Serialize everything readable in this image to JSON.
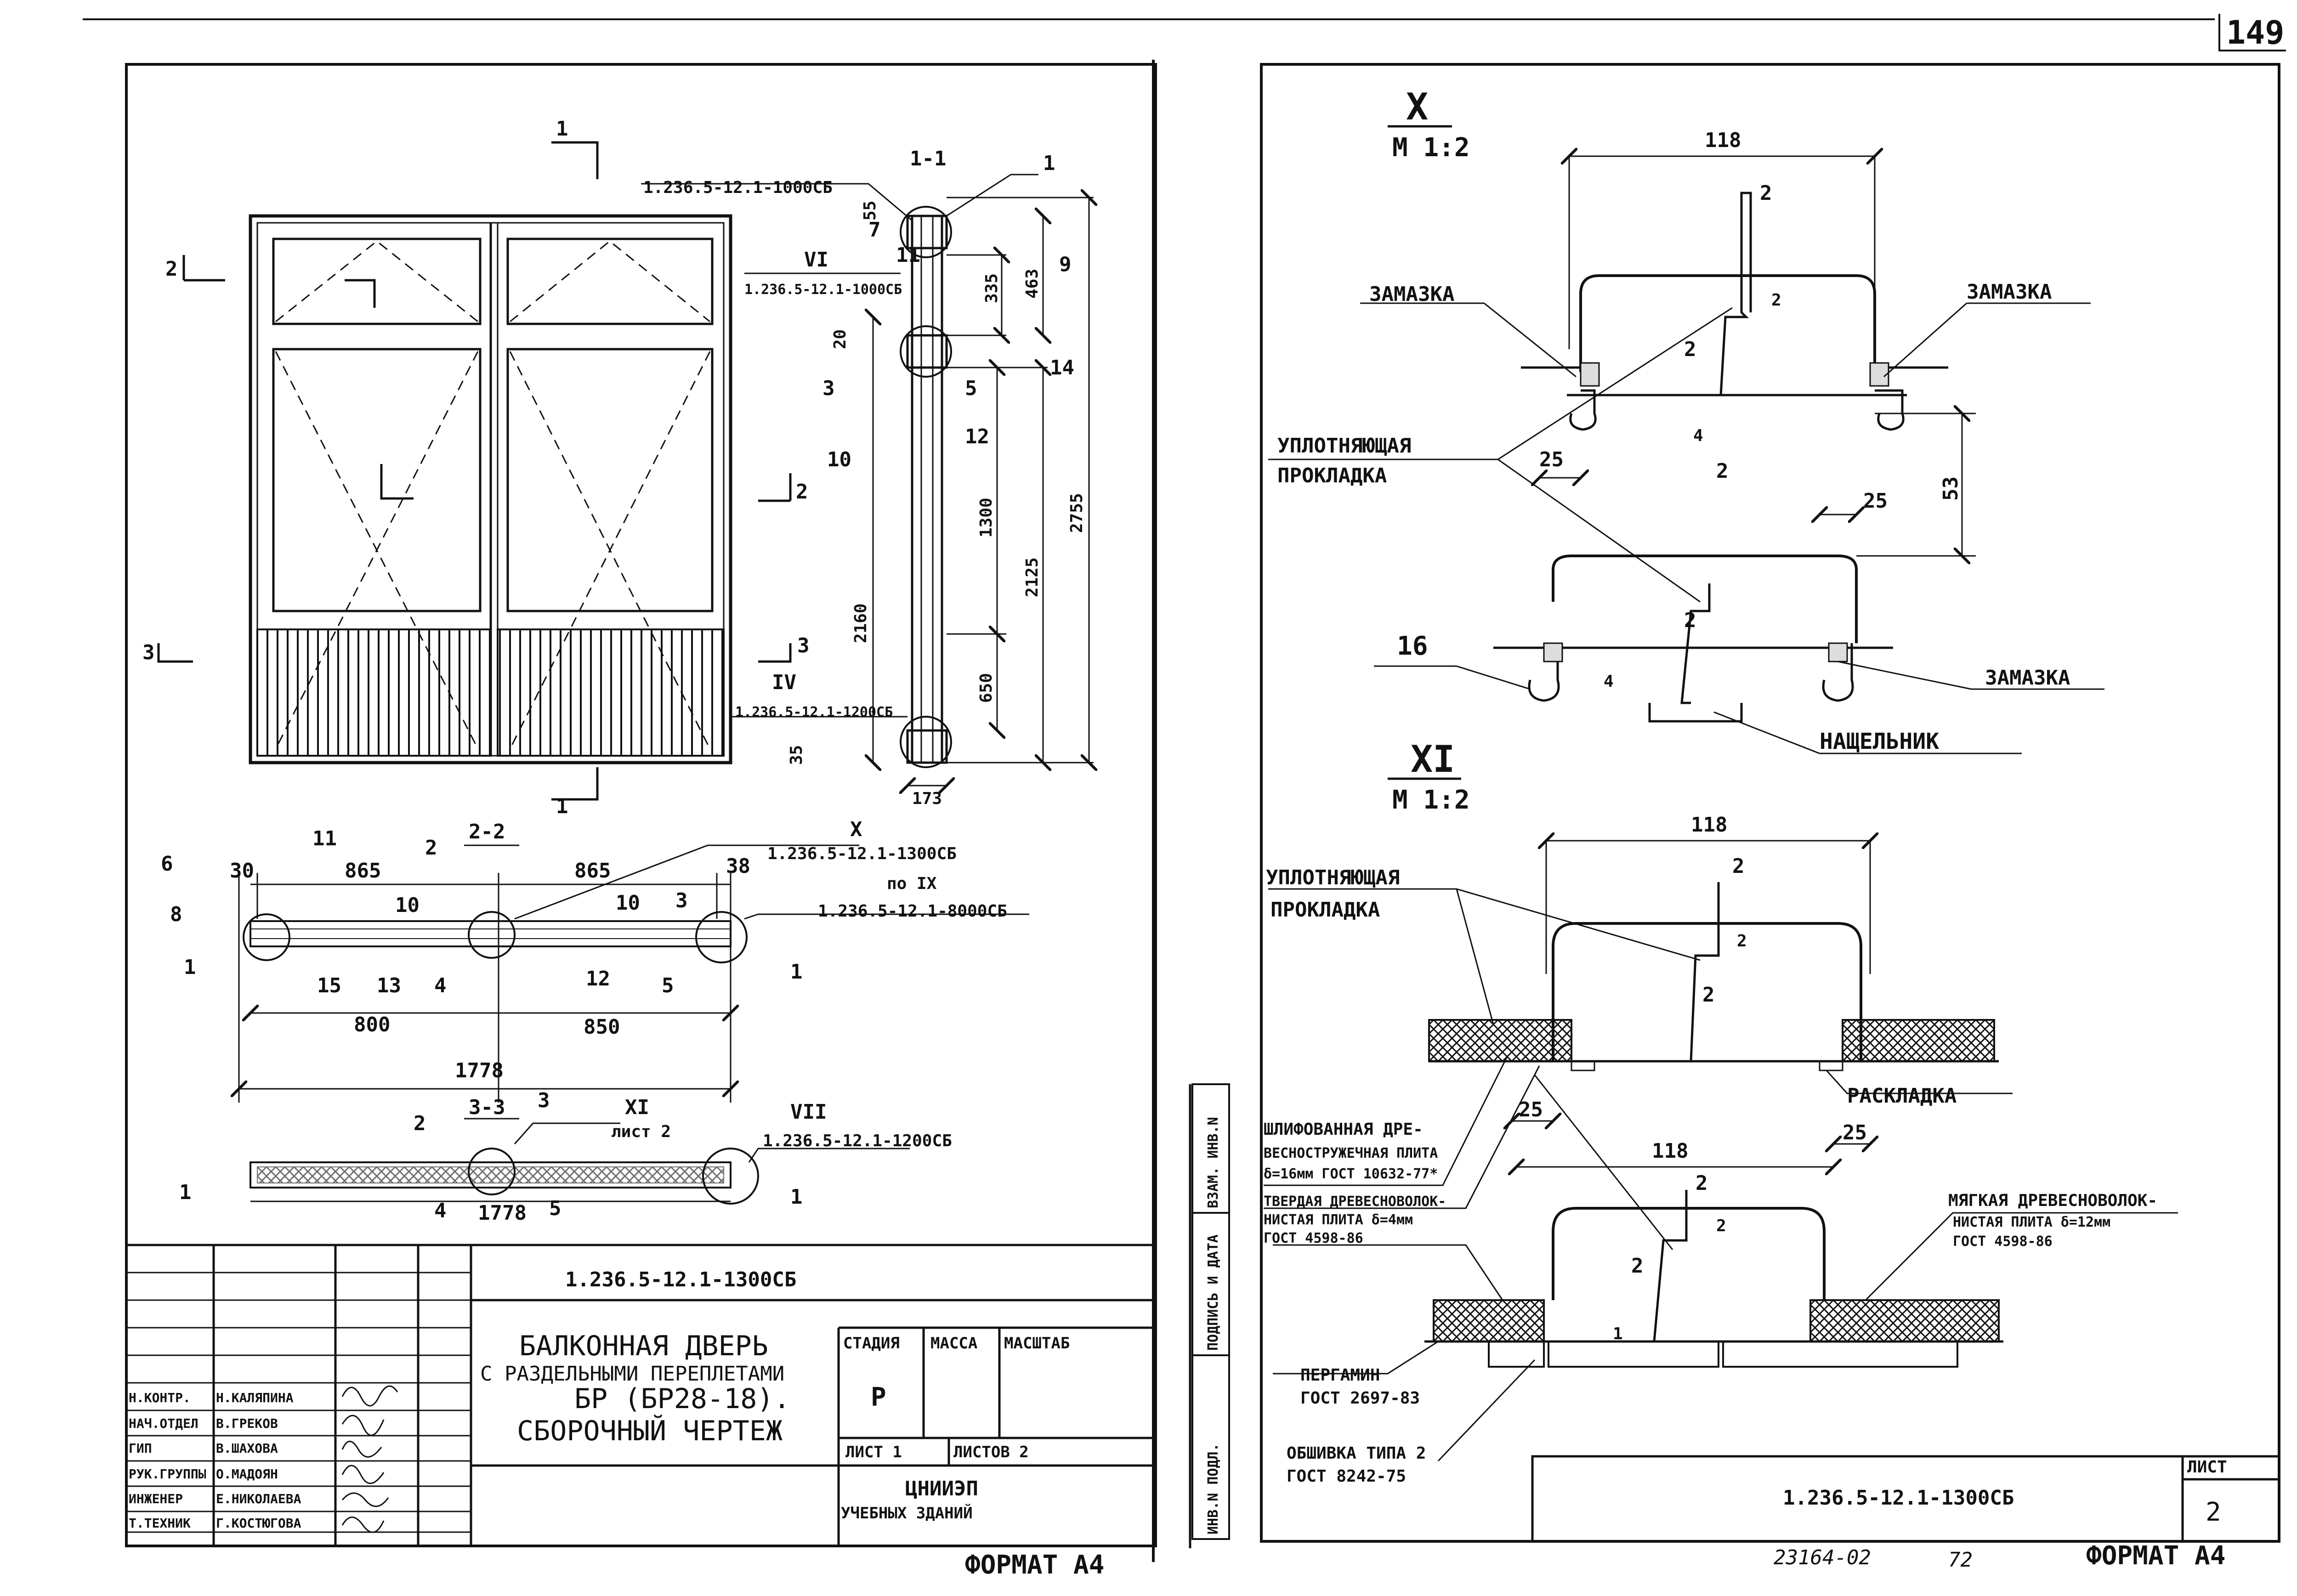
{
  "page_number": "149",
  "left_sheet": {
    "section_refs": {
      "s1": "1",
      "s2": "2",
      "s3": "3"
    },
    "section_1_1": {
      "title": "1-1",
      "ref_top": "1.236.5-12.1-1000CБ",
      "ref_vi_num": "VI",
      "ref_vi": "1.236.5-12.1-1000CБ",
      "ref_iv_num": "IV",
      "ref_iv": "1.236.5-12.1-1200CБ",
      "pos": [
        "1",
        "7",
        "11",
        "9",
        "3",
        "5",
        "14",
        "10",
        "12"
      ],
      "dims": [
        "55",
        "335",
        "463",
        "20",
        "2755",
        "2160",
        "1300",
        "2125",
        "650",
        "35",
        "173"
      ]
    },
    "plan_2_2": {
      "title": "2-2",
      "dims": [
        "30",
        "865",
        "865",
        "38",
        "800",
        "850",
        "1778"
      ],
      "pos": [
        "6",
        "11",
        "2",
        "8",
        "10",
        "10",
        "3",
        "1",
        "15",
        "13",
        "4",
        "12",
        "5",
        "1"
      ],
      "ref_x_num": "X",
      "ref_x": "1.236.5-12.1-1300CБ",
      "ref_ix": "по IX",
      "ref_ix_doc": "1.236.5-12.1-8000CБ"
    },
    "plan_3_3": {
      "title": "3-3",
      "ref_xi_num": "XI",
      "ref_xi_sheet": "лист 2",
      "ref_vii_num": "VII",
      "ref_vii": "1.236.5-12.1-1200CБ",
      "dim": "1778",
      "pos": [
        "2",
        "3",
        "1",
        "4",
        "5",
        "1"
      ]
    },
    "title_block": {
      "doc_code": "1.236.5-12.1-1300CБ",
      "title_lines": [
        "БАЛКОННАЯ ДВЕРЬ",
        "С РАЗДЕЛЬНЫМИ ПЕРЕПЛЕТАМИ",
        "БР (БР28-18).",
        "СБОРОЧНЫЙ ЧЕРТЕЖ"
      ],
      "col_stage": "СТАДИЯ",
      "col_mass": "МАССА",
      "col_scale": "МАСШТАБ",
      "stage": "Р",
      "sheet": "ЛИСТ 1",
      "sheets": "ЛИСТОВ 2",
      "org_line1": "ЦНИИЭП",
      "org_line2": "УЧЕБНЫХ ЗДАНИЙ",
      "roles": [
        {
          "role": "Н.КОНТР.",
          "name": "Н.КАЛЯПИНА"
        },
        {
          "role": "НАЧ.ОТДЕЛ",
          "name": "В.ГРЕКОВ"
        },
        {
          "role": "ГИП",
          "name": "В.ШАХОВА"
        },
        {
          "role": "РУК.ГРУППЫ",
          "name": "О.МАДОЯН"
        },
        {
          "role": "ИНЖЕНЕР",
          "name": "Е.НИКОЛАЕВА"
        },
        {
          "role": "Т.ТЕХНИК",
          "name": "Г.КОСТЮГОВА"
        }
      ]
    },
    "format": "ФОРМАТ А4"
  },
  "right_sheet": {
    "detail_x": {
      "num": "X",
      "scale": "М 1:2",
      "dims": [
        "118",
        "2",
        "2",
        "2",
        "4",
        "2",
        "25",
        "25",
        "53",
        "2",
        "16",
        "4"
      ],
      "labels": {
        "putty_left": "ЗАМАЗКА",
        "putty_right": "ЗАМАЗКА",
        "seal_1": "УПЛОТНЯЮЩАЯ",
        "seal_2": "ПРОКЛАДКА",
        "putty_bottom": "ЗАМАЗКА",
        "cover": "НАЩЕЛЬНИК"
      }
    },
    "detail_xi": {
      "num": "XI",
      "scale": "М 1:2",
      "dims": [
        "118",
        "2",
        "2",
        "2",
        "25",
        "25",
        "118",
        "2",
        "2",
        "2",
        "1"
      ],
      "labels": {
        "seal_1": "УПЛОТНЯЮЩАЯ",
        "seal_2": "ПРОКЛАДКА",
        "layout": "РАСКЛАДКА",
        "chipboard_1": "ШЛИФОВАННАЯ ДРЕ-",
        "chipboard_2": "ВЕСНОСТРУЖЕЧНАЯ ПЛИТА",
        "chipboard_3": "δ=16мм ГОСТ 10632-77*",
        "hardboard_1": "ТВЕРДАЯ ДРЕВЕСНОВОЛОК-",
        "hardboard_2": "НИСТАЯ ПЛИТА δ=4мм",
        "hardboard_3": "ГОСТ 4598-86",
        "soft_1": "МЯГКАЯ ДРЕВЕСНОВОЛОК-",
        "soft_2": "НИСТАЯ ПЛИТА δ=12мм",
        "soft_3": "ГОСТ 4598-86",
        "pergamin_1": "ПЕРГАМИН",
        "pergamin_2": "ГОСТ 2697-83",
        "sheath_1": "ОБШИВКА ТИПА 2",
        "sheath_2": "ГОСТ 8242-75"
      }
    },
    "side_stamp": [
      "ИНВ.N ПОДЛ.",
      "ПОДПИСЬ И ДАТА",
      "ВЗАМ. ИНВ.N"
    ],
    "title_block": {
      "doc_code": "1.236.5-12.1-1300CБ",
      "sheet_label": "ЛИСТ",
      "sheet_no": "2"
    },
    "bottom_number": "23164-02",
    "bottom_page": "72",
    "format": "ФОРМАТ А4"
  }
}
